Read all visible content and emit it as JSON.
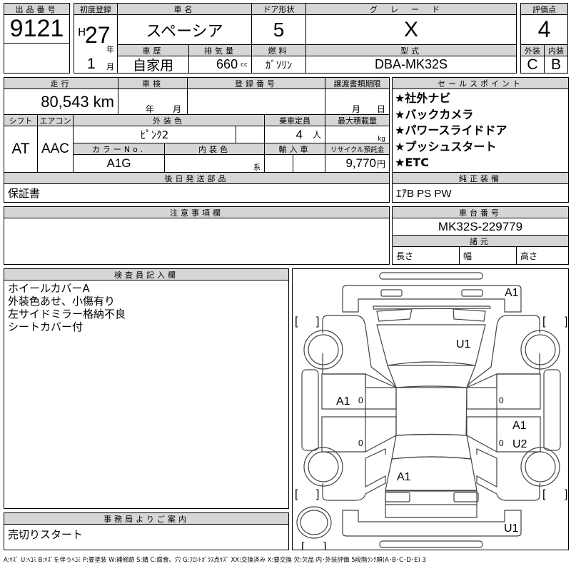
{
  "lot": {
    "label": "出品番号",
    "value": "9121"
  },
  "first_reg": {
    "label": "初度登録",
    "era": "H",
    "year": "27",
    "year_unit": "年",
    "month": "1",
    "month_unit": "月"
  },
  "car_name": {
    "label": "車名",
    "value": "スペーシア"
  },
  "door": {
    "label": "ドア形状",
    "value": "5"
  },
  "grade": {
    "label": "グレード",
    "value": "X"
  },
  "score": {
    "label": "評価点",
    "value": "4",
    "ext_label": "外装",
    "int_label": "内装",
    "ext": "C",
    "int": "B"
  },
  "history": {
    "label": "車歴",
    "value": "自家用"
  },
  "displacement": {
    "label": "排気量",
    "value": "660",
    "unit": "cc"
  },
  "fuel": {
    "label": "燃料",
    "value": "ｶﾞｿﾘﾝ"
  },
  "model": {
    "label": "型式",
    "value": "DBA-MK32S"
  },
  "mileage": {
    "label": "走行",
    "value": "80,543 km"
  },
  "inspection": {
    "label": "車検",
    "year_unit": "年",
    "month_unit": "月"
  },
  "reg_no": {
    "label": "登録番号"
  },
  "transfer": {
    "label": "譲渡書類期限",
    "month_unit": "月",
    "day_unit": "日"
  },
  "shift": {
    "label": "シフト",
    "value": "AT"
  },
  "ac": {
    "label": "エアコン",
    "value": "AAC"
  },
  "ext_color": {
    "label": "外装色",
    "value": "ﾋﾟﾝｸ2"
  },
  "capacity": {
    "label": "乗車定員",
    "value": "4",
    "unit": "人"
  },
  "max_load": {
    "label": "最大積載量",
    "unit": "kg"
  },
  "color_no": {
    "label": "カラーNo.",
    "value": "A1G"
  },
  "int_color": {
    "label": "内装色",
    "unit": "系"
  },
  "import": {
    "label": "輸入車"
  },
  "recycle": {
    "label": "リサイクル預託金",
    "value": "9,770",
    "unit": "円"
  },
  "later_parts": {
    "label": "後日発送部品",
    "value": "保証書"
  },
  "sales_points": {
    "label": "セールスポイント",
    "items": [
      "★社外ナビ",
      "★バックカメラ",
      "★パワースライドドア",
      "★プッシュスタート",
      "★ETC"
    ]
  },
  "equipment": {
    "label": "純正装備",
    "value": "ｴｱB PS PW"
  },
  "notes": {
    "label": "注意事項欄"
  },
  "chassis": {
    "label": "車台番号",
    "value": "MK32S-229779"
  },
  "specs": {
    "label": "諸元",
    "length": "長さ",
    "width": "幅",
    "height": "高さ"
  },
  "inspector": {
    "label": "検査員記入欄",
    "lines": [
      "ホイールカバーA",
      "外装色あせ、小傷有り",
      "左サイドミラー格納不良",
      "シートカバー付"
    ]
  },
  "office": {
    "label": "事務局よりご案内",
    "value": "売切りスタート"
  },
  "diagram": {
    "marks": {
      "front_bumper": "A1",
      "hood": "U1",
      "left_front_door": "A1",
      "right_rear_door_1": "A1",
      "right_rear_door_2": "U2",
      "rear_glass": "A1",
      "rear_bumper": "U1"
    },
    "zero": "0",
    "bracket_open": "[",
    "bracket_close": "]"
  },
  "legend": "A:ｷｽﾞ U:ﾍｺﾐ B:ｷｽﾞを伴うﾍｺﾐ P:要塗装 W:補修跡 S:錆 C:腐食、穴 G:ﾌﾛﾝﾄｶﾞﾗｽ点ｷｽﾞ XX:交換済み X:要交換 欠:欠品 内･外装評価 5段階ﾗﾝｸ順(A･B･C･D･E) 3"
}
